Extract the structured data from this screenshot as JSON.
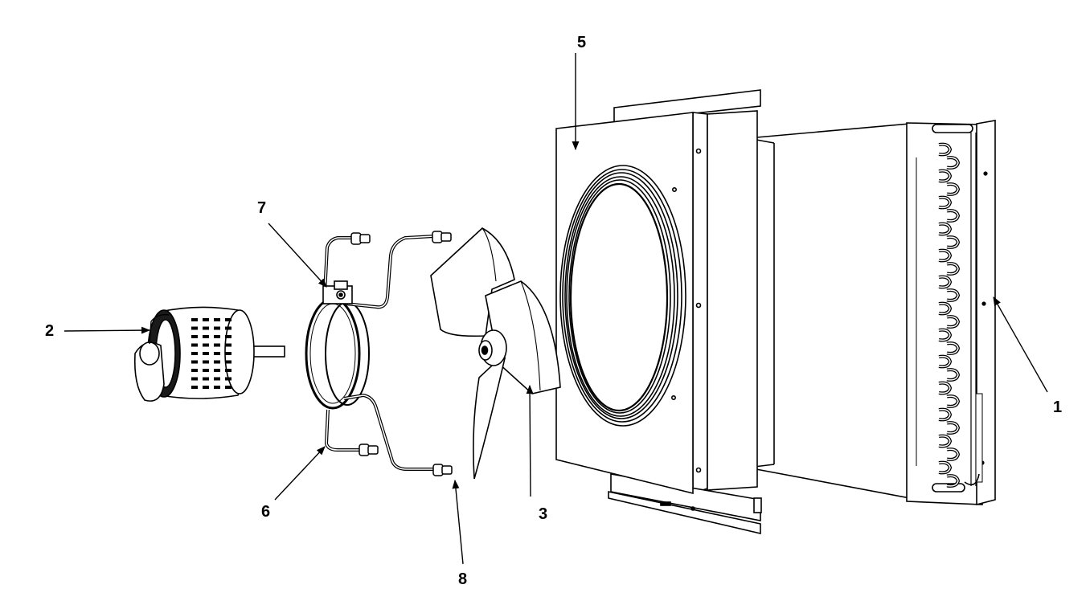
{
  "diagram": {
    "callouts": [
      {
        "id": "1",
        "text": "1"
      },
      {
        "id": "2",
        "text": "2"
      },
      {
        "id": "3",
        "text": "3"
      },
      {
        "id": "5",
        "text": "5"
      },
      {
        "id": "6",
        "text": "6"
      },
      {
        "id": "7",
        "text": "7"
      },
      {
        "id": "8",
        "text": "8"
      }
    ],
    "colors": {
      "line": "#000000",
      "fill": "#ffffff",
      "shade": "#d9d9d9",
      "dark": "#1a1a1a"
    }
  }
}
